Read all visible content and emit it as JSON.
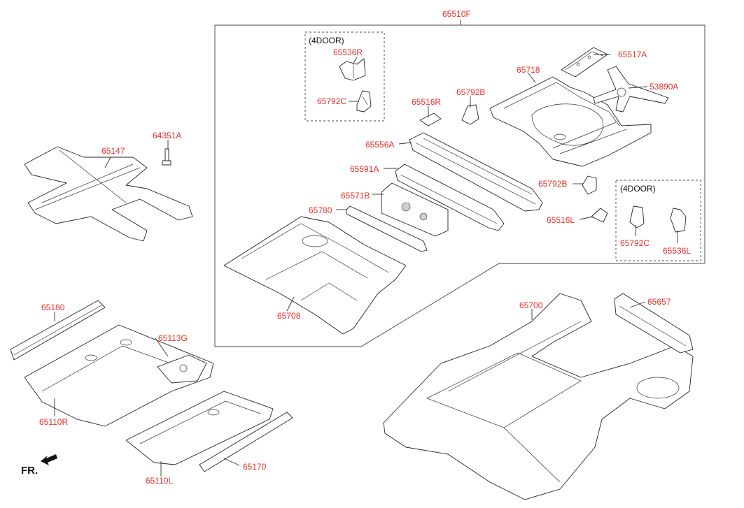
{
  "labels": {
    "p65510F": "65510F",
    "p65517A": "65517A",
    "p65718": "65718",
    "p53890A": "53890A",
    "p65536R": "65536R",
    "p65792C_a": "65792C",
    "p65516R": "65516R",
    "p65792B_a": "65792B",
    "p65556A": "65556A",
    "p65591A": "65591A",
    "p65571B": "65571B",
    "p65780": "65780",
    "p65708": "65708",
    "p65792B_b": "65792B",
    "p65516L": "65516L",
    "p65792C_b": "65792C",
    "p65536L": "65536L",
    "p64351A": "64351A",
    "p65147": "65147",
    "p65180": "65180",
    "p65113G": "65113G",
    "p65110R": "65110R",
    "p65110L": "65110L",
    "p65170": "65170",
    "p65700": "65700",
    "p65657": "65657"
  },
  "door_note_top": "(4DOOR)",
  "door_note_right": "(4DOOR)",
  "direction_label": "FR.",
  "colors": {
    "part_number": "#e8322d",
    "line": "#222222"
  }
}
